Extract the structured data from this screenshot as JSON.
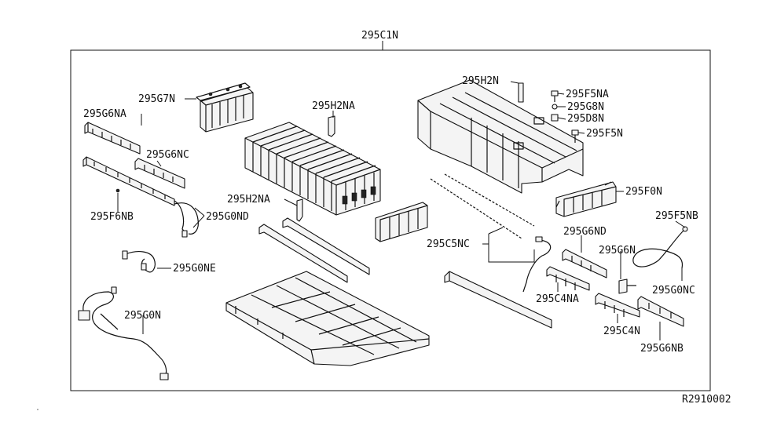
{
  "diagram": {
    "top_label": "295C1N",
    "reference_code": "R2910002",
    "parts": {
      "h2n": "295H2N",
      "f5na": "295F5NA",
      "g8n": "295G8N",
      "d8n": "295D8N",
      "f5n": "295F5N",
      "f0n": "295F0N",
      "f5nb": "295F5NB",
      "g7n": "295G7N",
      "h2na_top": "295H2NA",
      "g6na": "295G6NA",
      "g6nc": "295G6NC",
      "f6nb": "295F6NB",
      "g0nd": "295G0ND",
      "h2na_mid": "295H2NA",
      "c5nc": "295C5NC",
      "g6nd": "295G6ND",
      "g6n": "295G6N",
      "g0nc": "295G0NC",
      "c4na": "295C4NA",
      "c4n": "295C4N",
      "g6nb": "295G6NB",
      "g0ne": "295G0NE",
      "g0n": "295G0N"
    }
  }
}
